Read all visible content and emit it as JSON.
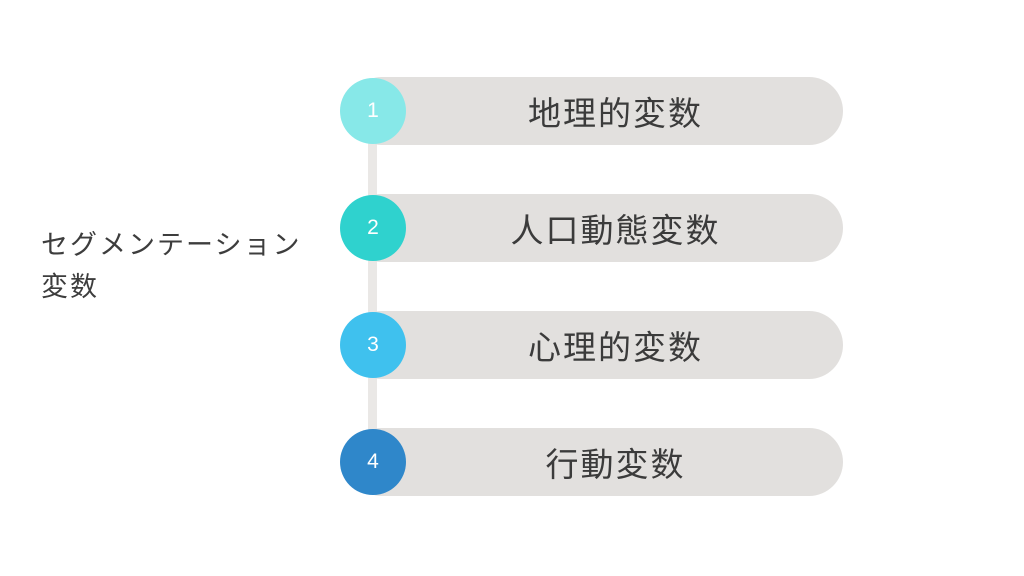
{
  "title": {
    "line1": "セグメンテーション",
    "line2": "変数"
  },
  "items": [
    {
      "number": "1",
      "label": "地理的変数",
      "circle_color": "#87e8e8"
    },
    {
      "number": "2",
      "label": "人口動態変数",
      "circle_color": "#2fd2ce"
    },
    {
      "number": "3",
      "label": "心理的変数",
      "circle_color": "#3fc1ee"
    },
    {
      "number": "4",
      "label": "行動変数",
      "circle_color": "#2f87ca"
    }
  ],
  "colors": {
    "background": "#ffffff",
    "bar": "#e2e0de",
    "connector_line": "#eae8e6",
    "label_text": "#3b3b3b",
    "title_text": "#3d3d3d",
    "number_text": "#ffffff"
  }
}
